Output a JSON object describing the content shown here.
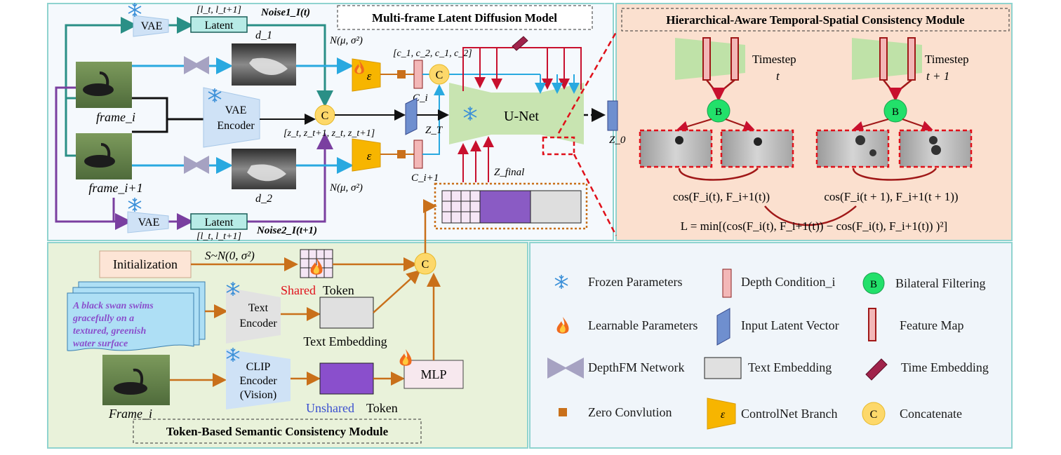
{
  "titles": {
    "mldm": "Multi-frame Latent Diffusion Model",
    "hatsc": "Hierarchical-Aware Temporal-Spatial Consistency Module",
    "tbsc": "Token-Based Semantic Consistency Module"
  },
  "top": {
    "vae": "VAE",
    "latent": "Latent",
    "latent_idx": "[l_t, l_t+1]",
    "noise1": "Noise1_I(t)",
    "noise2": "Noise2_I(t+1)",
    "d1": "d_1",
    "d2": "d_2",
    "normal": "N(μ, σ²)",
    "frame_i": "frame_i",
    "frame_i1": "frame_i+1",
    "vae_encoder_1": "VAE",
    "vae_encoder_2": "Encoder",
    "z_concat": "[z_t, z_t+1, z_t, z_t+1]",
    "c_concat": "[c_1, c_2, c_1, c_2]",
    "c_i": "C_i",
    "c_i1": "C_i+1",
    "z_T": "Z_T",
    "z_final": "Z_final",
    "unet": "U-Net",
    "z_0": "Z_0",
    "concat_letter": "C",
    "eps": "ε"
  },
  "hatsc": {
    "timestep": "Timestep",
    "t": "t",
    "t1": "t + 1",
    "b": "B",
    "cos1": "cos(F_i(t), F_i+1(t))",
    "cos2": "cos(F_i(t + 1), F_i+1(t + 1))",
    "loss": "L = min[(cos(F_i(t), F_i+1(t)) − cos(F_i(t), F_i+1(t)) )²]"
  },
  "tbsc": {
    "init": "Initialization",
    "s_dist": "S~N(0, σ²)",
    "shared_word": "Shared",
    "token_word": "Token",
    "prompt": "A black swan swims gracefully on a textured, greenish water surface",
    "prompt_lines": [
      "A black swan swims",
      "gracefully on a",
      "textured, greenish",
      "water surface"
    ],
    "text_encoder_1": "Text",
    "text_encoder_2": "Encoder",
    "text_embedding": "Text Embedding",
    "clip_1": "CLIP",
    "clip_2": "Encoder",
    "clip_3": "(Vision)",
    "unshared_word": "Unshared",
    "mlp": "MLP",
    "frame_i": "Frame_i"
  },
  "legend": {
    "frozen": "Frozen Parameters",
    "depth_condition": "Depth Condition_i",
    "bilateral": "Bilateral Filtering",
    "learnable": "Learnable Parameters",
    "input_latent": "Input Latent Vector",
    "feature_map": "Feature Map",
    "depthfm": "DepthFM Network",
    "text_embedding": "Text Embedding",
    "time_embedding": "Time Embedding",
    "zero_conv": "Zero Convlution",
    "controlnet": "ControlNet Branch",
    "concatenate": "Concatenate"
  },
  "colors": {
    "teal": "#2a8f86",
    "blue": "#29a9e0",
    "purple": "#7a3fa0",
    "orange": "#c9701a",
    "red": "#c8102e",
    "panel_top": "#f5f9fd",
    "panel_right": "#fbe0cf",
    "panel_bottom": "#e9f2da",
    "panel_legend": "#f0f5fa"
  }
}
